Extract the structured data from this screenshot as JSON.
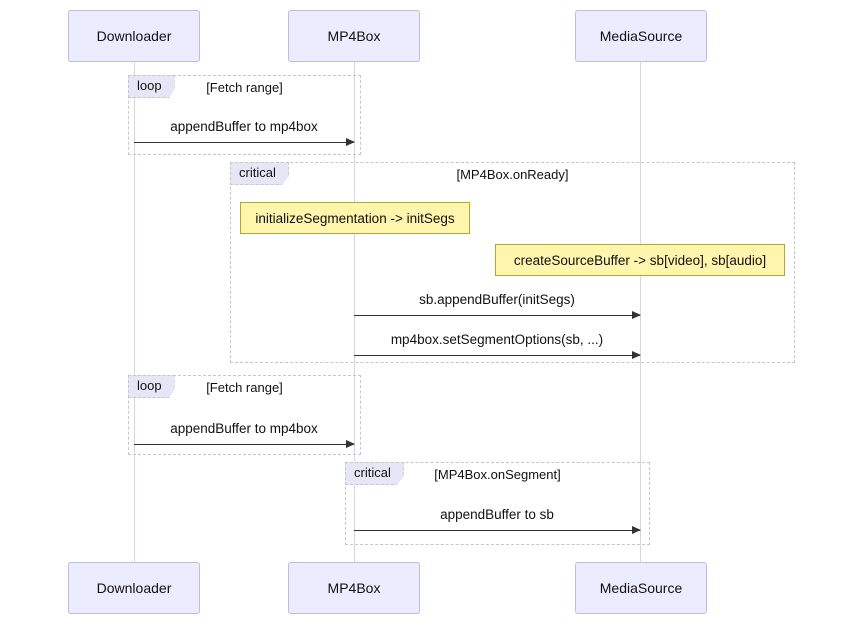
{
  "diagram": {
    "type": "sequence",
    "participants": [
      {
        "id": "downloader",
        "label": "Downloader"
      },
      {
        "id": "mp4box",
        "label": "MP4Box"
      },
      {
        "id": "mediasource",
        "label": "MediaSource"
      }
    ],
    "frames": [
      {
        "label": "loop",
        "condition": "[Fetch range]"
      },
      {
        "label": "critical",
        "condition": "[MP4Box.onReady]"
      },
      {
        "label": "loop",
        "condition": "[Fetch range]"
      },
      {
        "label": "critical",
        "condition": "[MP4Box.onSegment]"
      }
    ],
    "notes": [
      {
        "text": "initializeSegmentation -> initSegs",
        "over": "MP4Box"
      },
      {
        "text": "createSourceBuffer -> sb[video], sb[audio]",
        "over": "MediaSource"
      }
    ],
    "messages": [
      {
        "text": "appendBuffer to mp4box",
        "from": "Downloader",
        "to": "MP4Box"
      },
      {
        "text": "sb.appendBuffer(initSegs)",
        "from": "MP4Box",
        "to": "MediaSource"
      },
      {
        "text": "mp4box.setSegmentOptions(sb, ...)",
        "from": "MP4Box",
        "to": "MediaSource"
      },
      {
        "text": "appendBuffer to mp4box",
        "from": "Downloader",
        "to": "MP4Box"
      },
      {
        "text": "appendBuffer to sb",
        "from": "MP4Box",
        "to": "MediaSource"
      }
    ],
    "colors": {
      "actor_fill": "#ECECFF",
      "actor_border": "#BDBDE0",
      "note_fill": "#FFF5AD",
      "note_border": "#AAAA33",
      "frame_border": "#C6C6C6",
      "frame_label_fill": "#E6E6F7",
      "message_line": "#333333",
      "lifeline": "#D5D5E6",
      "background": "#FFFFFF"
    }
  }
}
